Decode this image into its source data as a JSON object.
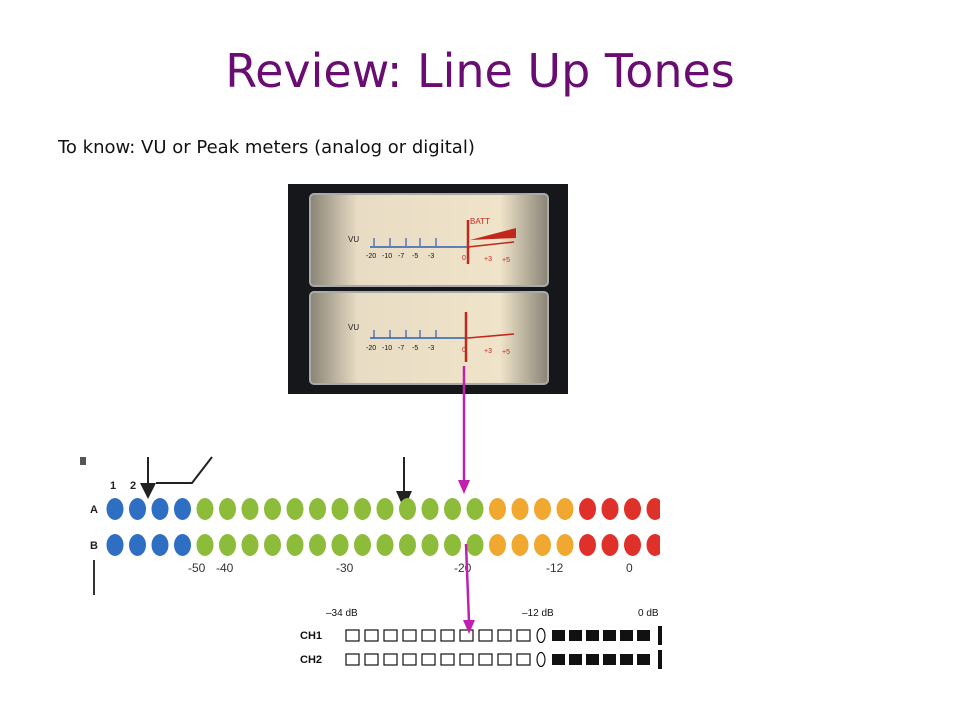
{
  "slide": {
    "title": "Review: Line Up Tones",
    "subtitle": "To know: VU or Peak meters (analog or digital)"
  },
  "vu_meter": {
    "label": "VU",
    "batt_label": "BATT",
    "scale_blue": [
      "-20",
      "-10",
      "-7",
      "-5",
      "-3"
    ],
    "scale_red": [
      "0",
      "+3",
      "+5"
    ]
  },
  "led_meter": {
    "channel_labels": [
      "A",
      "B"
    ],
    "markers": [
      "1",
      "2"
    ],
    "scale": [
      "-50",
      "-40",
      "-30",
      "-20",
      "-12",
      "0"
    ],
    "colors": {
      "blue": "#2e6fc4",
      "green": "#8dbb3a",
      "orange": "#f0a830",
      "red": "#e0302a"
    },
    "led_colors": [
      "blue",
      "blue",
      "blue",
      "blue",
      "green",
      "green",
      "green",
      "green",
      "green",
      "green",
      "green",
      "green",
      "green",
      "green",
      "green",
      "green",
      "green",
      "orange",
      "orange",
      "orange",
      "orange",
      "red",
      "red",
      "red",
      "red"
    ]
  },
  "digital_meter": {
    "channels": [
      "CH1",
      "CH2"
    ],
    "labels": [
      "–34 dB",
      "–12 dB",
      "0 dB"
    ]
  },
  "annotations": {
    "arrow_color": "#c020b0"
  }
}
